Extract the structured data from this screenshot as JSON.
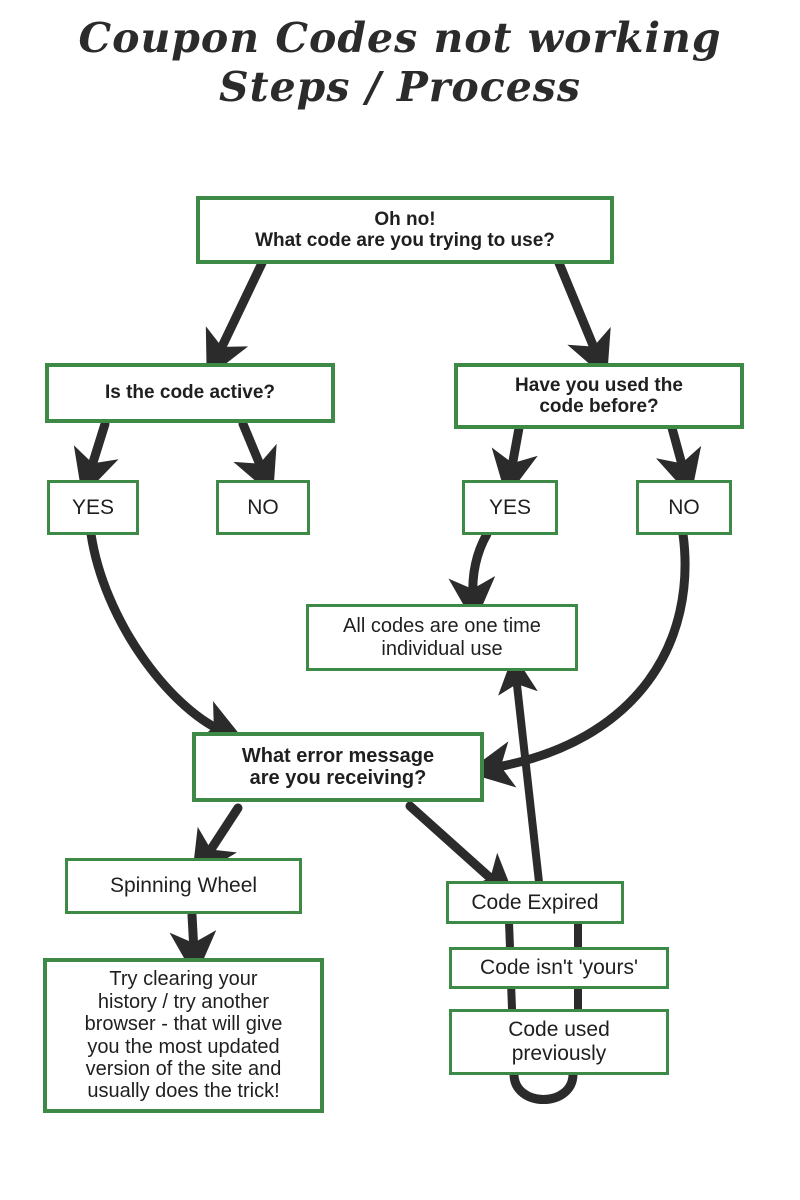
{
  "title": {
    "line1": "Coupon Codes not working",
    "line2": "Steps / Process"
  },
  "theme": {
    "box_border_color": "#3c8a45",
    "box_fill_color": "#ffffff",
    "arrow_color": "#2b2b2b",
    "text_color": "#1f1f1f",
    "page_background": "#ffffff"
  },
  "flowchart": {
    "type": "flowchart",
    "nodes": [
      {
        "id": "start",
        "label": "Oh no!\nWhat code are you trying to use?",
        "weight": "bold",
        "font_size": 19
      },
      {
        "id": "active",
        "label": "Is the code active?",
        "weight": "bold",
        "font_size": 19
      },
      {
        "id": "used",
        "label": "Have you used the\ncode before?",
        "weight": "bold",
        "font_size": 19
      },
      {
        "id": "yes-left",
        "label": "YES",
        "weight": "regular",
        "font_size": 21
      },
      {
        "id": "no-left",
        "label": "NO",
        "weight": "regular",
        "font_size": 21
      },
      {
        "id": "yes-right",
        "label": "YES",
        "weight": "regular",
        "font_size": 21
      },
      {
        "id": "no-right",
        "label": "NO",
        "weight": "regular",
        "font_size": 21
      },
      {
        "id": "one-time",
        "label": "All codes are one time\nindividual use",
        "weight": "regular",
        "font_size": 20
      },
      {
        "id": "error",
        "label": "What error message\nare you receiving?",
        "weight": "bold",
        "font_size": 20
      },
      {
        "id": "spinning",
        "label": "Spinning Wheel",
        "weight": "regular",
        "font_size": 21
      },
      {
        "id": "clearing",
        "label": "Try clearing your\nhistory / try another\nbrowser - that will give\nyou the most updated\nversion of the site and\nusually does the trick!",
        "weight": "regular",
        "font_size": 20
      },
      {
        "id": "expired",
        "label": "Code Expired",
        "weight": "regular",
        "font_size": 21
      },
      {
        "id": "not-yours",
        "label": "Code isn't 'yours'",
        "weight": "regular",
        "font_size": 21
      },
      {
        "id": "used-prev",
        "label": "Code used\npreviously",
        "weight": "regular",
        "font_size": 21
      }
    ],
    "edges": [
      {
        "from": "start",
        "to": "active"
      },
      {
        "from": "start",
        "to": "used"
      },
      {
        "from": "active",
        "to": "yes-left"
      },
      {
        "from": "active",
        "to": "no-left"
      },
      {
        "from": "used",
        "to": "yes-right"
      },
      {
        "from": "used",
        "to": "no-right"
      },
      {
        "from": "yes-right",
        "to": "one-time"
      },
      {
        "from": "yes-left",
        "to": "error"
      },
      {
        "from": "no-right",
        "to": "error"
      },
      {
        "from": "error",
        "to": "spinning"
      },
      {
        "from": "error",
        "to": "expired"
      },
      {
        "from": "spinning",
        "to": "clearing"
      },
      {
        "from": "expired",
        "to": "one-time"
      },
      {
        "from": "expired",
        "to": "not-yours"
      },
      {
        "from": "not-yours",
        "to": "used-prev"
      }
    ]
  }
}
